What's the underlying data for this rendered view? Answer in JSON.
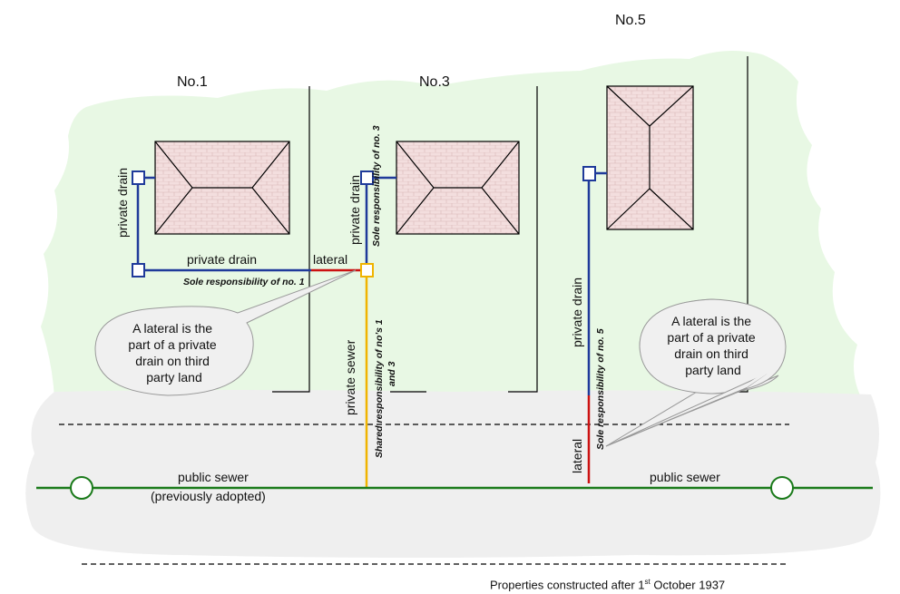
{
  "houses": {
    "no1": "No.1",
    "no3": "No.3",
    "no5": "No.5"
  },
  "labels": {
    "private_drain_no1_vertical": "private drain",
    "private_drain_no1_horizontal": "private drain",
    "sole_responsibility_no1": "Sole responsibility of no. 1",
    "lateral_top": "lateral",
    "private_drain_no3": "private drain",
    "sole_responsibility_no3": "Sole responsibility of no. 3",
    "private_sewer": "private sewer",
    "shared_responsibility_line1": "Shared responsibility of no’s 1",
    "shared_responsibility_line2": "and 3",
    "private_drain_no5": "private drain",
    "sole_responsibility_no5": "Sole responsibility of no. 5",
    "lateral_bottom": "lateral",
    "public_sewer_left_line1": "public sewer",
    "public_sewer_left_line2": "(previously adopted)",
    "public_sewer_right": "public sewer"
  },
  "callouts": {
    "left": [
      "A lateral is the",
      "part of a private",
      "drain on third",
      "party land"
    ],
    "right": [
      "A lateral is the",
      "part of a private",
      "drain on third",
      "party land"
    ]
  },
  "footer": {
    "text_before": "Properties constructed after 1",
    "superscript": "st",
    "text_after": " October 1937"
  },
  "colors": {
    "garden": "#e8f8e4",
    "road": "#efefef",
    "private_drain": "#1f3a9a",
    "lateral": "#cc1111",
    "private_sewer": "#f0b400",
    "public_sewer": "#1a7a1a",
    "roof_fill": "#f3dede",
    "callout_fill": "#f0f0f0"
  }
}
